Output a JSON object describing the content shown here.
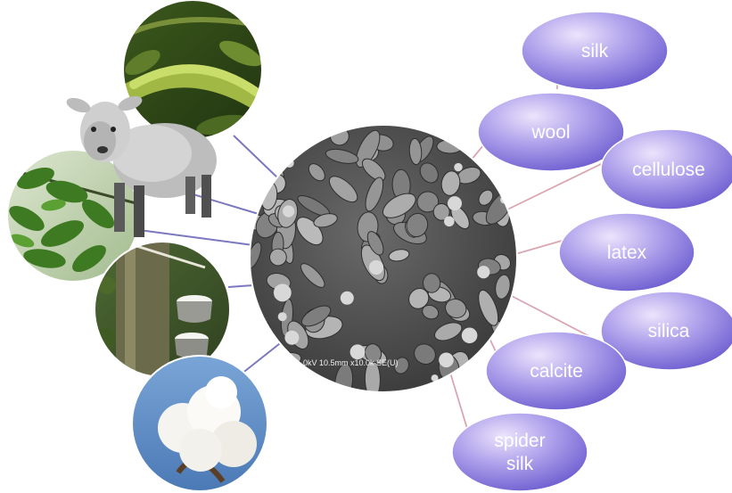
{
  "center": {
    "subject": "bacteria-micrograph",
    "caption": "0kV 10.5mm x10.0k SE(U)"
  },
  "materials": [
    {
      "id": "silk",
      "label": "silk"
    },
    {
      "id": "wool",
      "label": "wool"
    },
    {
      "id": "cellulose",
      "label": "cellulose"
    },
    {
      "id": "latex",
      "label": "latex"
    },
    {
      "id": "silica",
      "label": "silica"
    },
    {
      "id": "calcite",
      "label": "calcite"
    },
    {
      "id": "spider-silk",
      "label": "spider\nsilk"
    }
  ],
  "sources": [
    {
      "id": "silkworm",
      "subject": "silkworm-photo"
    },
    {
      "id": "sheep",
      "subject": "sheep-photo"
    },
    {
      "id": "tree",
      "subject": "tree-leaves-photo"
    },
    {
      "id": "rubber",
      "subject": "rubber-tree-tapping-photo"
    },
    {
      "id": "cotton",
      "subject": "cotton-boll-photo"
    }
  ],
  "colors": {
    "bubble_light": "#e6dcfa",
    "bubble_mid": "#a898e8",
    "bubble_dark": "#6f5fd0",
    "right_connector": "#d9a6b2",
    "left_connector": "#7b78c0",
    "micrograph_bg": "#4a4a4a"
  }
}
